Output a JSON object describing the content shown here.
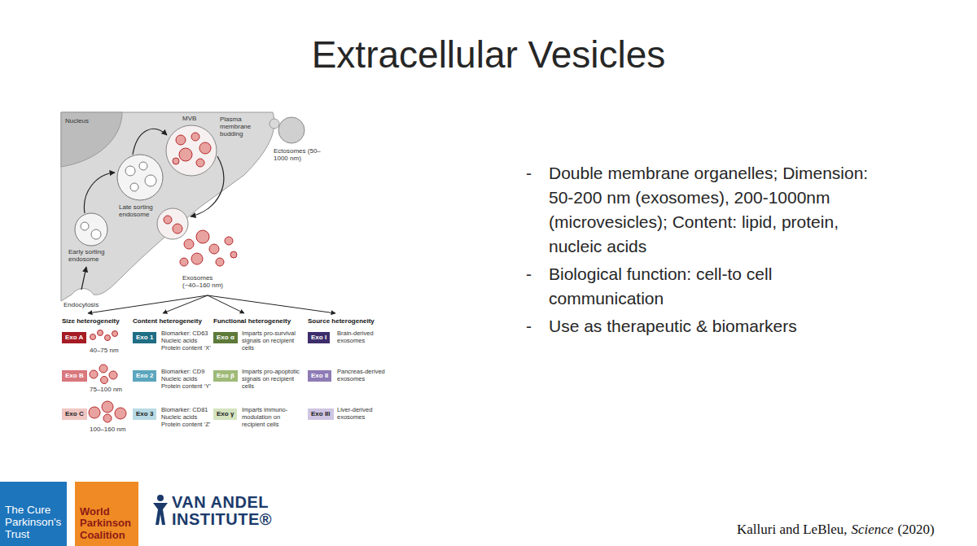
{
  "diagram": {
    "title": "Extracellular Vesicles",
    "nodes": [
      {
        "text": [
          "Exo A"
        ]
      },
      {
        "text": [
          "Exo 1"
        ]
      },
      {
        "text": [
          "Exo α"
        ]
      },
      {
        "text": [
          "Exo I"
        ]
      },
      {
        "text": [
          "Exo B"
        ]
      },
      {
        "text": [
          "Exo 2"
        ]
      },
      {
        "text": [
          "Exo β"
        ]
      },
      {
        "text": [
          "Exo II"
        ]
      },
      {
        "text": [
          "Exo C"
        ]
      },
      {
        "text": [
          "Exo 3"
        ]
      },
      {
        "text": [
          "Exo γ"
        ]
      },
      {
        "text": [
          "Exo III"
        ]
      },
      {
        "text": [
          "The Cure Parkinson's Trust"
        ]
      },
      {
        "text": [
          "World Parkinson Coalition"
        ]
      }
    ],
    "labels": [
      "Nucleus",
      "MVB",
      "Plasma membrane budding",
      "Ectosomes (50–1000 nm)",
      "Late sorting endosome",
      "Early sorting endosome",
      "Exosomes (~40–160 nm)",
      "Endocytosis",
      "Size heterogeneity",
      "Content heterogeneity",
      "Functional heterogeneity",
      "Source heterogeneity",
      "40–75 nm",
      "75–100 nm",
      "100–160 nm",
      "Biomarker: CD63 Nucleic acids Protein content ‘X’",
      "Biomarker: CD9 Nucleic acids Protein content ‘Y’",
      "Biomarker: CD81 Nucleic acids Protein content ‘Z’",
      "Imparts pro-survival signals on recipient cells",
      "Imparts pro-apoptotic signals on recipient cells",
      "Imparts immuno-modulation on recipient cells",
      "Brain-derived exosomes",
      "Pancreas-derived exosomes",
      "Liver-derived exosomes",
      "-",
      "Double membrane organelles; Dimension: 50-200 nm (exosomes), 200-1000nm (microvesicles); Content: lipid, protein, nucleic acids",
      "-",
      "Biological function: cell-to cell communication",
      "-",
      "Use as therapeutic & biomarkers",
      "VAN ANDEL INSTITUTE®",
      "Kalluri and LeBleu,",
      "Science",
      "(2020)"
    ]
  }
}
